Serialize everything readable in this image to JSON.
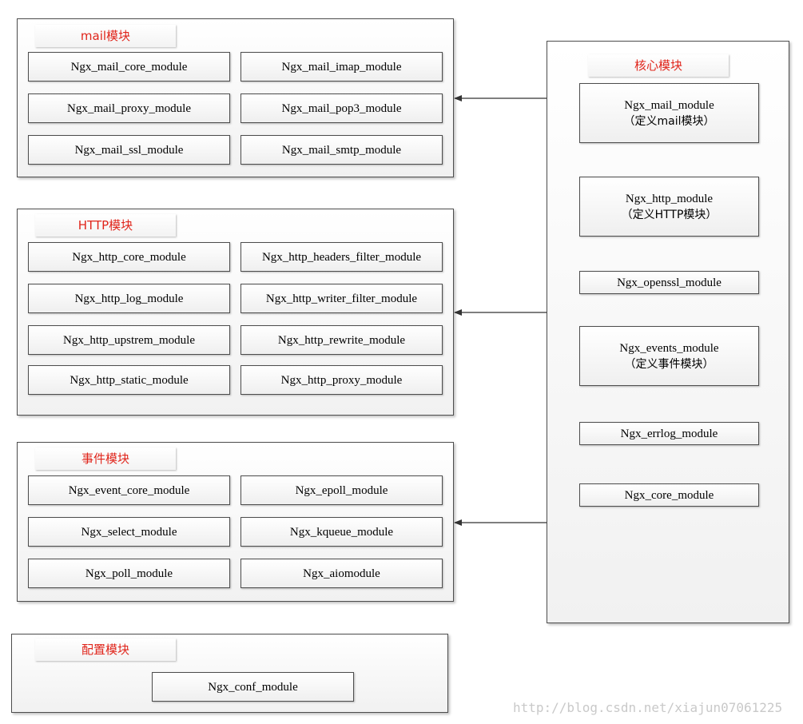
{
  "groups": {
    "mail": {
      "title": "mail模块",
      "modules": [
        "Ngx_mail_core_module",
        "Ngx_mail_imap_module",
        "Ngx_mail_proxy_module",
        "Ngx_mail_pop3_module",
        "Ngx_mail_ssl_module",
        "Ngx_mail_smtp_module"
      ]
    },
    "http": {
      "title": "HTTP模块",
      "modules": [
        "Ngx_http_core_module",
        "Ngx_http_headers_filter_module",
        "Ngx_http_log_module",
        "Ngx_http_writer_filter_module",
        "Ngx_http_upstrem_module",
        "Ngx_http_rewrite_module",
        "Ngx_http_static_module",
        "Ngx_http_proxy_module"
      ]
    },
    "event": {
      "title": "事件模块",
      "modules": [
        "Ngx_event_core_module",
        "Ngx_epoll_module",
        "Ngx_select_module",
        "Ngx_kqueue_module",
        "Ngx_poll_module",
        "Ngx_aiomodule"
      ]
    },
    "conf": {
      "title": "配置模块",
      "modules": [
        "Ngx_conf_module"
      ]
    },
    "core": {
      "title": "核心模块",
      "modules": [
        {
          "name": "Ngx_mail_module",
          "note": "（定义mail模块）"
        },
        {
          "name": "Ngx_http_module",
          "note": "（定义HTTP模块）"
        },
        {
          "name": "Ngx_openssl_module"
        },
        {
          "name": "Ngx_events_module",
          "note": "（定义事件模块）"
        },
        {
          "name": "Ngx_errlog_module"
        },
        {
          "name": "Ngx_core_module"
        }
      ]
    }
  },
  "watermark": "http://blog.csdn.net/xiajun07061225",
  "colors": {
    "title_text": "#e0251b",
    "border": "#4d4d4d",
    "connector": "#333333"
  }
}
